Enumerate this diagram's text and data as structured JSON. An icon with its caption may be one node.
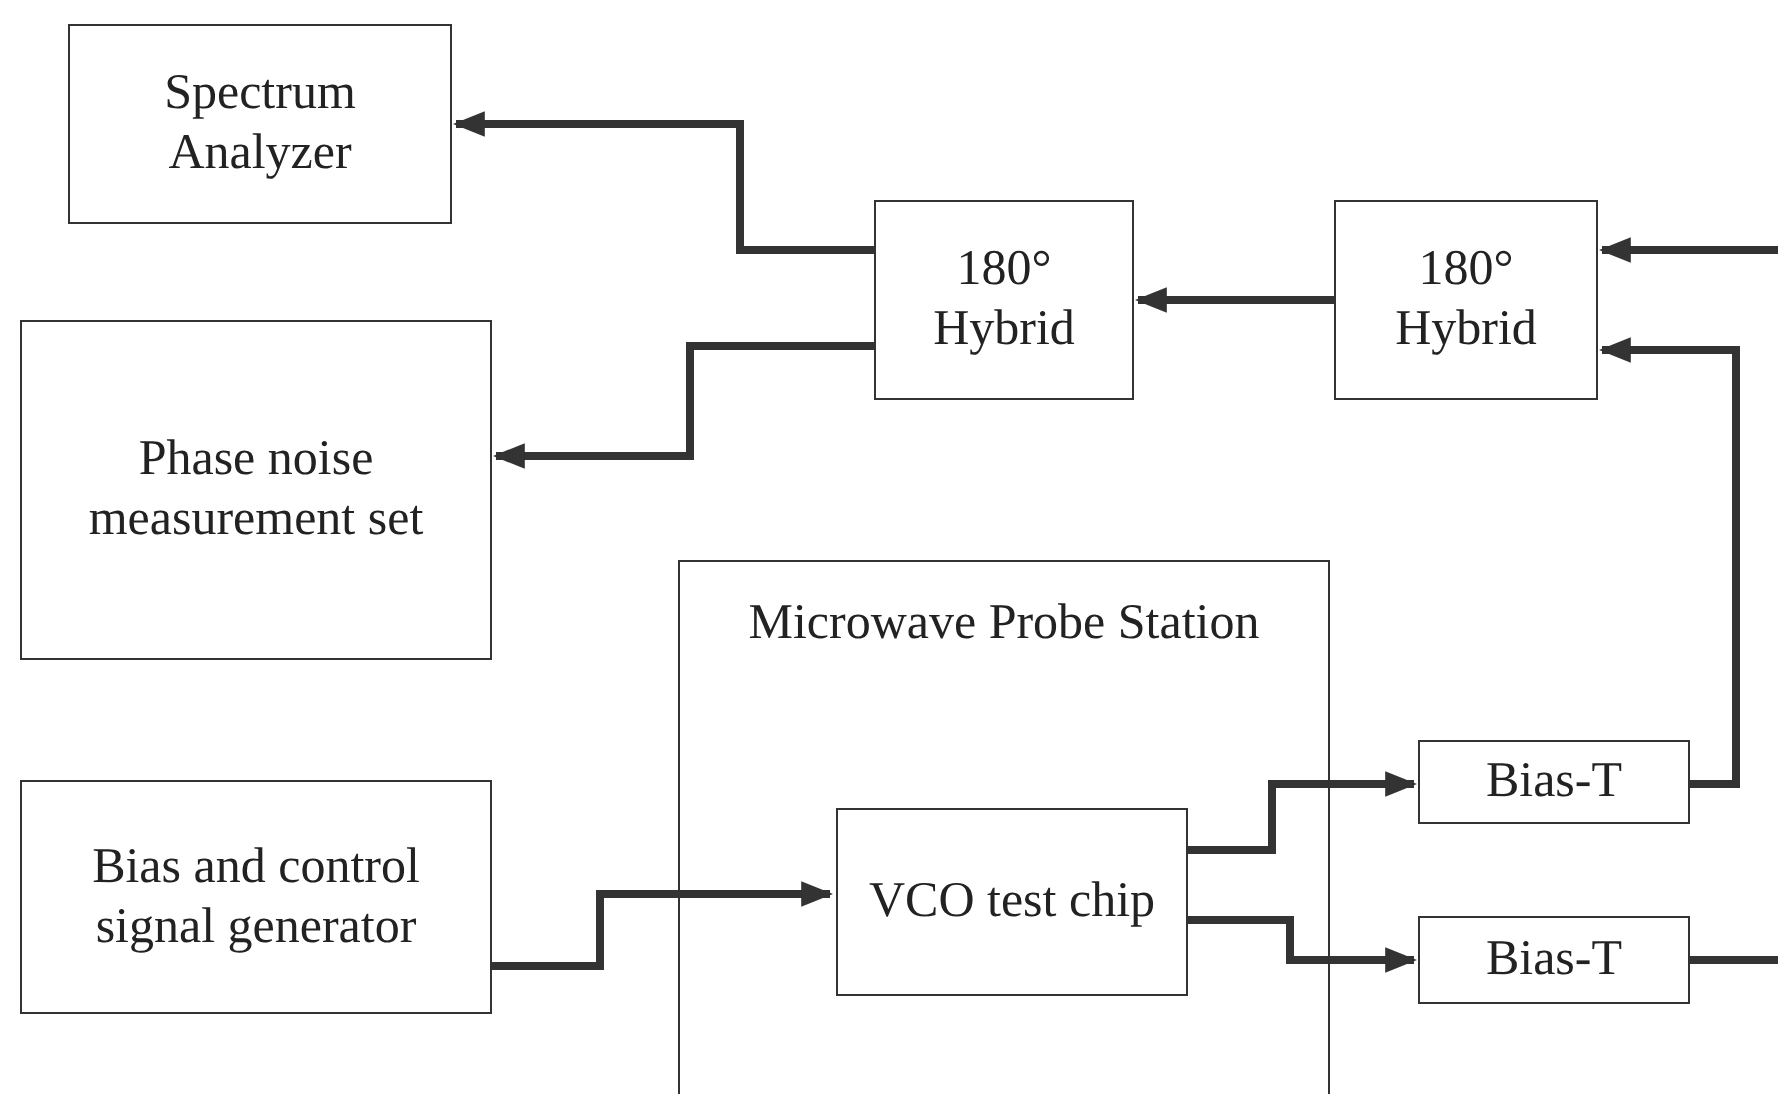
{
  "diagram": {
    "nodes": [
      {
        "text": [
          "Spectrum Analyzer"
        ]
      },
      {
        "text": [
          "Phase noise measurement set"
        ]
      },
      {
        "text": [
          "180° Hybrid"
        ]
      },
      {
        "text": [
          "180° Hybrid"
        ]
      },
      {
        "text": [
          "Microwave Probe Station"
        ]
      },
      {
        "text": [
          "VCO test chip"
        ],
        "in": 4
      },
      {
        "text": [
          "Bias and control signal generator"
        ]
      },
      {
        "text": [
          "Bias-T"
        ]
      },
      {
        "text": [
          "Bias-T"
        ]
      }
    ],
    "edges": [
      {
        "from": 2,
        "to": 0,
        "arrow": "to"
      },
      {
        "from": 2,
        "to": 1,
        "arrow": "to"
      },
      {
        "from": 3,
        "to": 2,
        "arrow": "to"
      },
      {
        "from": null,
        "to": 3,
        "arrow": "to"
      },
      {
        "from": 7,
        "to": 3,
        "arrow": "to"
      },
      {
        "from": 6,
        "to": 5,
        "arrow": "to"
      },
      {
        "from": 5,
        "to": 7,
        "arrow": "to"
      },
      {
        "from": 5,
        "to": 8,
        "arrow": "to"
      },
      {
        "from": 8,
        "to": null,
        "arrow": "none"
      }
    ]
  }
}
